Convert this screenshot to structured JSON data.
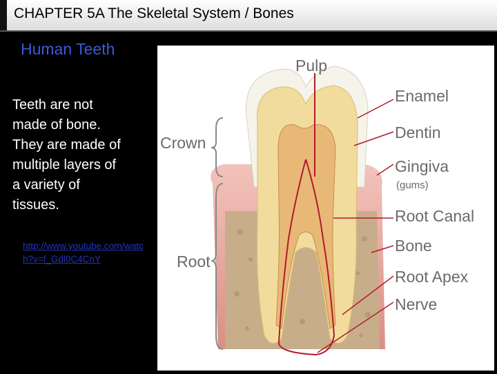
{
  "slide": {
    "title": "CHAPTER 5A  The Skeletal System / Bones",
    "subtitle": "Human Teeth",
    "body": "Teeth are not\nmade of bone.\nThey are made of\nmultiple layers of\na variety of\ntissues.",
    "link": "http://www.youtube.com/watch?v=f_Gdl0C4CnY"
  },
  "diagram": {
    "labels": {
      "pulp": "Pulp",
      "enamel": "Enamel",
      "dentin": "Dentin",
      "gingiva": "Gingiva",
      "gums": "(gums)",
      "root_canal": "Root Canal",
      "bone": "Bone",
      "root_apex": "Root Apex",
      "nerve": "Nerve",
      "crown": "Crown",
      "root": "Root"
    },
    "colors": {
      "enamel": "#f5f3ea",
      "dentin": "#f1dc9e",
      "pulp": "#e8b877",
      "gingiva": "#e8a8a0",
      "bone": "#c8ad8a",
      "nerve": "#b01a2a"
    }
  }
}
